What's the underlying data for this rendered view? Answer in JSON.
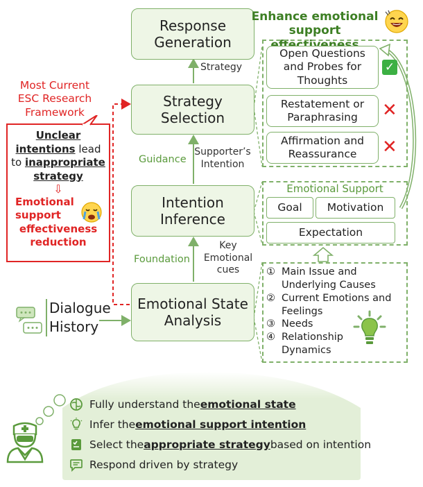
{
  "main_flow": {
    "response_generation": "Response\nGeneration",
    "strategy_selection": "Strategy\nSelection",
    "intention_inference": "Intention\nInference",
    "emotional_state_analysis": "Emotional State\nAnalysis",
    "dialogue_history": "Dialogue\nHistory"
  },
  "arrow_labels": {
    "strategy": "Strategy",
    "supporters_intention": "Supporter’s\nIntention",
    "key_emotional_cues": "Key\nEmotional\ncues",
    "guidance": "Guidance",
    "foundation": "Foundation"
  },
  "enhance_title": "Enhance emotional\nsupport effectiveness",
  "strategies": [
    {
      "label": "Open Questions\nand Probes for\nThoughts",
      "status": "check"
    },
    {
      "label": "Restatement or\nParaphrasing",
      "status": "cross"
    },
    {
      "label": "Affirmation and\nReassurance",
      "status": "cross"
    }
  ],
  "emotional_support": {
    "title": "Emotional Support",
    "goal": "Goal",
    "motivation": "Motivation",
    "expectation": "Expectation"
  },
  "analysis_items": [
    {
      "num": "①",
      "text": "Main Issue and Underlying Causes"
    },
    {
      "num": "②",
      "text": "Current Emotions and Feelings"
    },
    {
      "num": "③",
      "text": "Needs"
    },
    {
      "num": "④",
      "text": "Relationship Dynamics"
    }
  ],
  "current_esc": {
    "header": "Most Current\nESC Research\nFramework",
    "line1_u": "Unclear",
    "line2_u": "intentions",
    "line2_rest": " lead",
    "line3_pre": "to ",
    "line3_u": "inappropriate",
    "line4_u": "strategy",
    "down_arrow": "⇩",
    "emotional": "Emotional",
    "support": "support",
    "effectiveness": "effectiveness",
    "reduction": "reduction"
  },
  "bottom": {
    "r1_pre": "Fully understand the ",
    "r1_bold": "emotional state",
    "r2_pre": "Infer the ",
    "r2_bold": "emotional support intention",
    "r3_pre": "Select the ",
    "r3_bold": "appropriate strategy",
    "r3_post": " based on intention",
    "r4_pre": "Respond driven by strategy"
  },
  "colors": {
    "green_border": "#7fb069",
    "green_fill": "#eef6e6",
    "green_text": "#3d7f24",
    "red": "#e02424",
    "bottom_panel": "#e3efd8"
  }
}
